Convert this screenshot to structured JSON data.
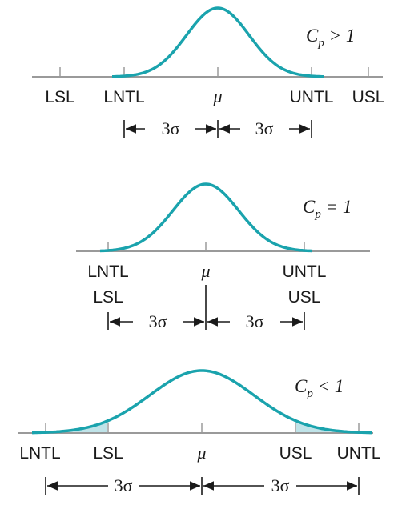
{
  "panels": [
    {
      "cp_label": {
        "base": "C",
        "sub": "p",
        "relation": " > 1"
      },
      "axis_labels": [
        "LSL",
        "LNTL",
        "μ",
        "UNTL",
        "USL"
      ],
      "spread_labels": [
        "3σ",
        "3σ"
      ]
    },
    {
      "cp_label": {
        "base": "C",
        "sub": "p",
        "relation": " = 1"
      },
      "axis_labels_top": [
        "LNTL",
        "μ",
        "UNTL"
      ],
      "axis_labels_bottom": [
        "LSL",
        "USL"
      ],
      "spread_labels": [
        "3σ",
        "3σ"
      ]
    },
    {
      "cp_label": {
        "base": "C",
        "sub": "p",
        "relation": " < 1"
      },
      "axis_labels": [
        "LNTL",
        "LSL",
        "μ",
        "USL",
        "UNTL"
      ],
      "spread_labels": [
        "3σ",
        "3σ"
      ]
    }
  ],
  "colors": {
    "curve": "#1aa3ad",
    "tail_fill": "#bfe3e8",
    "axis": "#9a9a9a"
  }
}
